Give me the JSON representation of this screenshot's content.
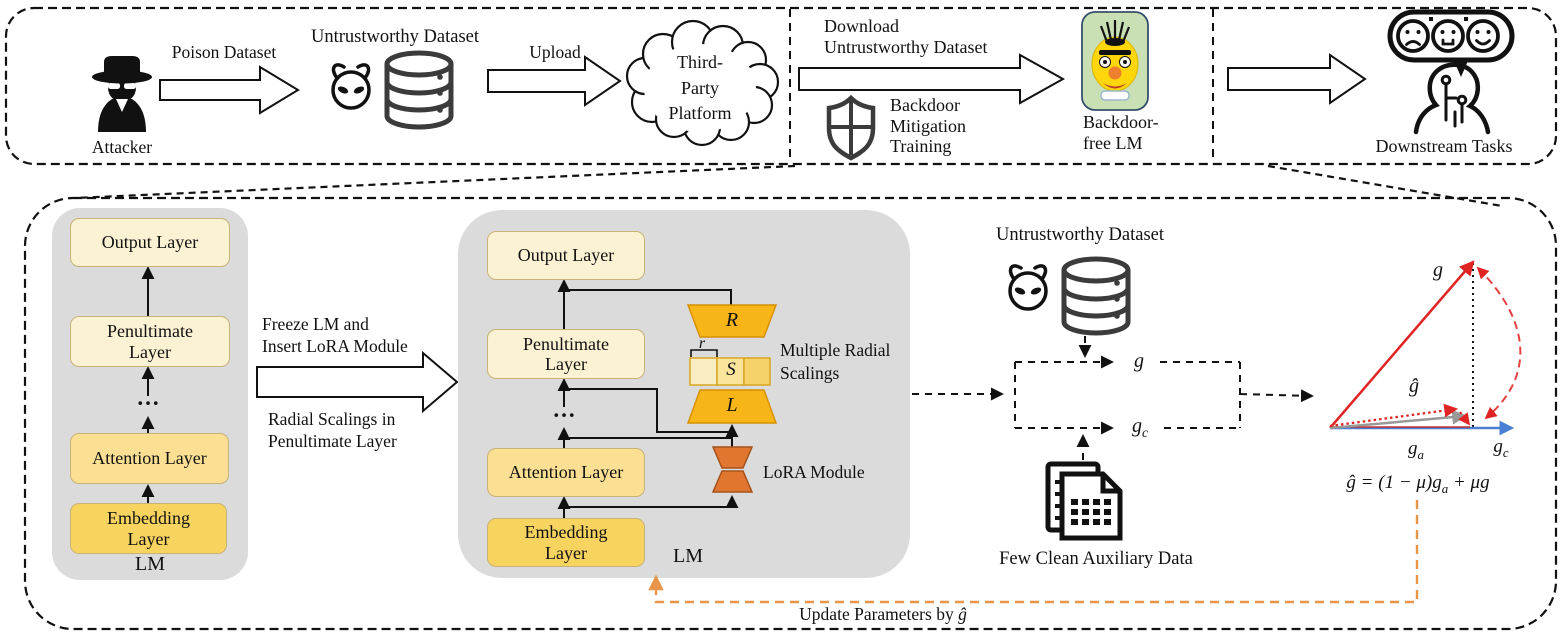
{
  "colors": {
    "panel_gray": "#DBDBDB",
    "layer_cream": "#FBF1D3",
    "layer_yellow": "#FBE093",
    "layer_gold": "#F7D35F",
    "trapezoid_gold": "#F8B517",
    "lora_orange": "#E0762F",
    "bert_green": "#C9E0B5",
    "vector_red": "#E02424",
    "vector_blue": "#4a7fd4",
    "vector_gray": "#999999",
    "update_orange": "#E8954A"
  },
  "top_pipeline": {
    "attacker": "Attacker",
    "poison_dataset": "Poison Dataset",
    "untrustworthy_dataset": "Untrustworthy Dataset",
    "upload": "Upload",
    "cloud": [
      "Third-",
      "Party",
      "Platform"
    ],
    "download": [
      "Download",
      "Untrustworthy Dataset"
    ],
    "mitigation": [
      "Backdoor",
      "Mitigation",
      "Training"
    ],
    "bert_label": [
      "Backdoor-",
      "free LM"
    ],
    "downstream": "Downstream Tasks"
  },
  "lm": {
    "output": "Output Layer",
    "penultimate": "Penultimate Layer",
    "dots": "…",
    "attention": "Attention Layer",
    "embedding": "Embedding Layer",
    "label": "LM"
  },
  "transform": {
    "line1": "Freeze LM and",
    "line2": "Insert LoRA Module",
    "line3": "Radial Scalings in",
    "line4": "Penultimate Layer"
  },
  "lora": {
    "r_matrix": "R",
    "s_matrix": "S",
    "l_matrix": "L",
    "rank": "r",
    "msr": [
      "Multiple Radial",
      "Scalings"
    ],
    "module": "LoRA Module"
  },
  "grad": {
    "g": "g",
    "gc_main": "g",
    "gc_sub": "c",
    "few_clean": "Few Clean Auxiliary Data"
  },
  "vector": {
    "g": "g",
    "ghat": "ĝ",
    "ga_main": "g",
    "ga_sub": "a",
    "gc_main": "g",
    "gc_sub": "c",
    "formula_pre": "ĝ = (1 − μ)g",
    "formula_sub": "a",
    "formula_post": " + μg"
  },
  "update": {
    "pre": "Update Parameters by ",
    "ghat": "ĝ"
  }
}
